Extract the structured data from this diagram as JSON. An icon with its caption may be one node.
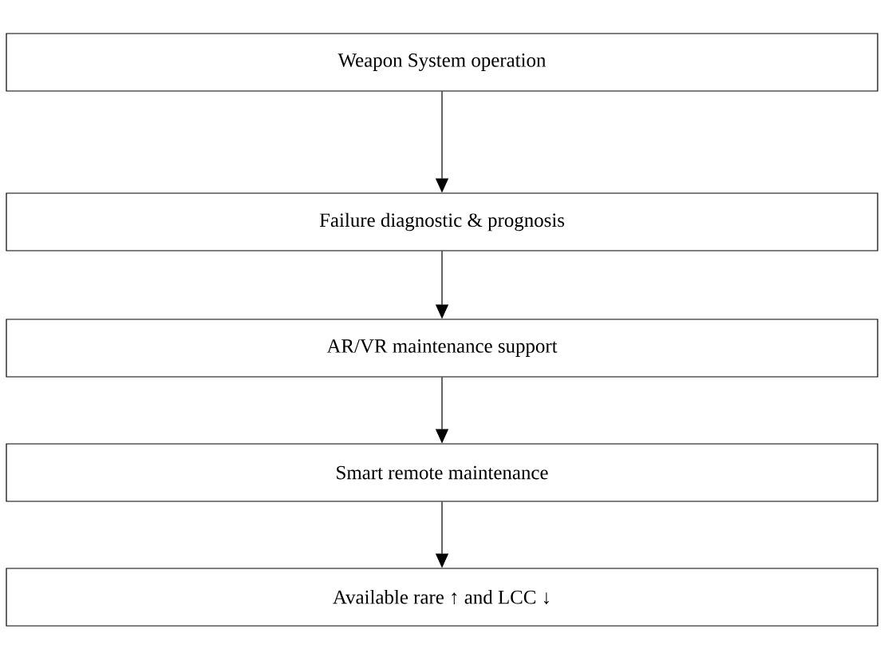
{
  "diagram": {
    "nodes": [
      {
        "text": [
          "Weapon System operation"
        ]
      },
      {
        "text": [
          "Failure diagnostic & prognosis"
        ]
      },
      {
        "text": [
          "AR/VR maintenance support"
        ]
      },
      {
        "text": [
          "Smart remote maintenance"
        ]
      },
      {
        "text": [
          "Available rare ↑ and LCC ↓"
        ]
      }
    ],
    "edges": [
      {
        "from": 0,
        "to": 1,
        "arrow": "to"
      },
      {
        "from": 1,
        "to": 2,
        "arrow": "to"
      },
      {
        "from": 2,
        "to": 3,
        "arrow": "to"
      },
      {
        "from": 3,
        "to": 4,
        "arrow": "to"
      }
    ]
  }
}
